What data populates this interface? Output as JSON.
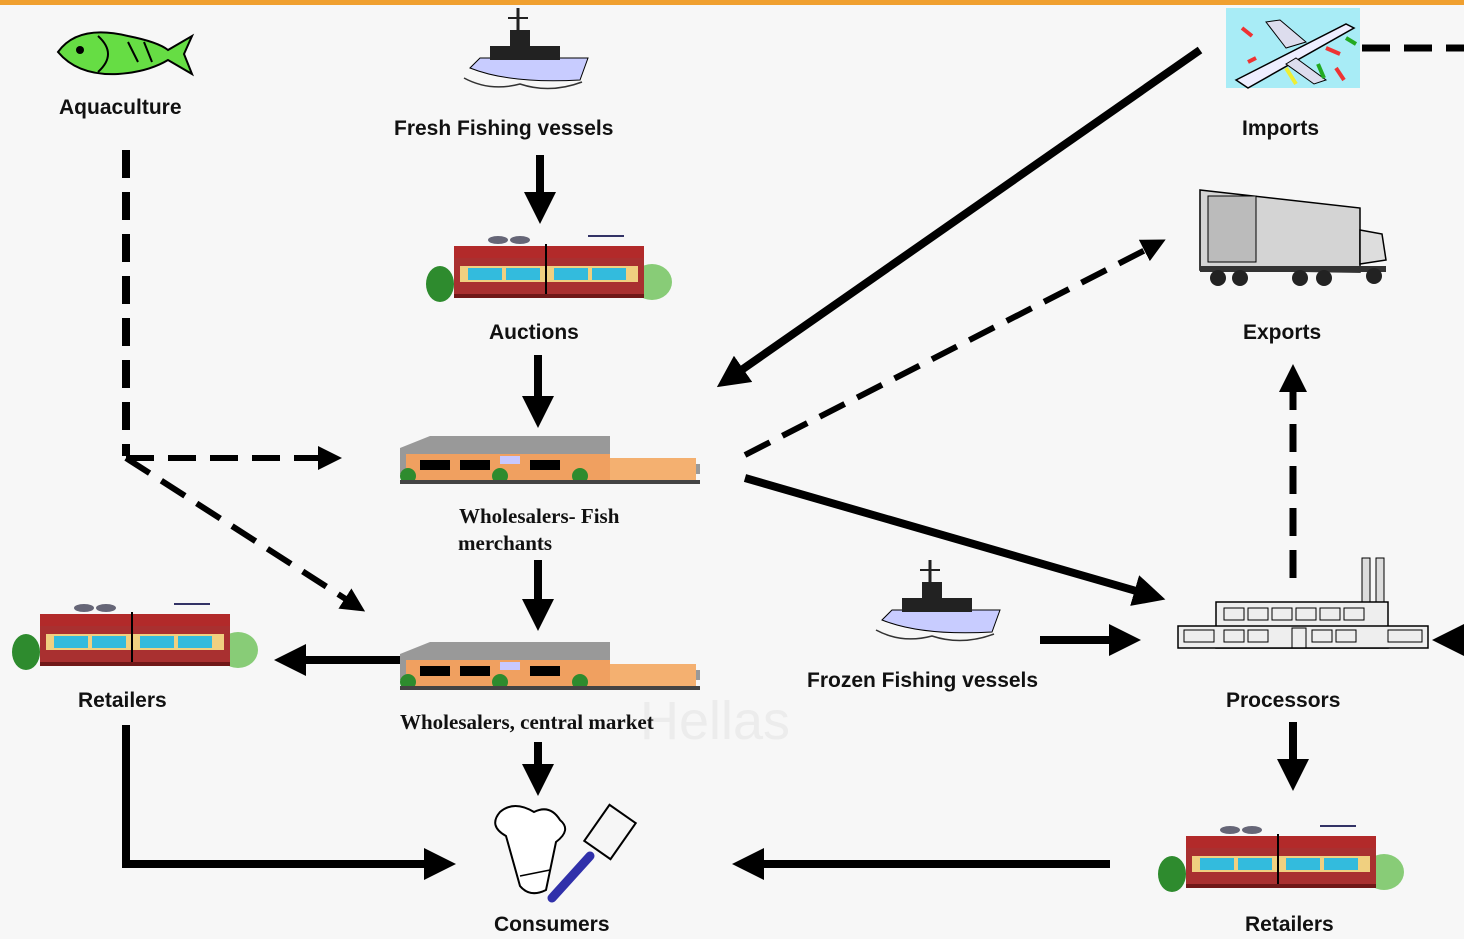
{
  "nodes": {
    "aquaculture": "Aquaculture",
    "fresh_vessels": "Fresh Fishing vessels",
    "imports": "Imports",
    "auctions": "Auctions",
    "exports": "Exports",
    "wholesalers_fish_merchants_line1": "Wholesalers- Fish",
    "wholesalers_fish_merchants_line2": "merchants",
    "wholesalers_central_market": "Wholesalers, central market",
    "retailers_left": "Retailers",
    "frozen_vessels": "Frozen Fishing vessels",
    "processors": "Processors",
    "consumers": "Consumers",
    "retailers_right": "Retailers"
  },
  "icons": {
    "fish": "fish-icon",
    "boat": "boat-icon",
    "airplane": "airplane-icon",
    "truck": "truck-icon",
    "shop": "shop-icon",
    "warehouse": "warehouse-icon",
    "factory": "factory-icon",
    "chef": "chef-hat-spatula-icon"
  },
  "colors": {
    "accent_bar": "#f0a030",
    "arrow": "#000000"
  },
  "watermark": "Hellas"
}
